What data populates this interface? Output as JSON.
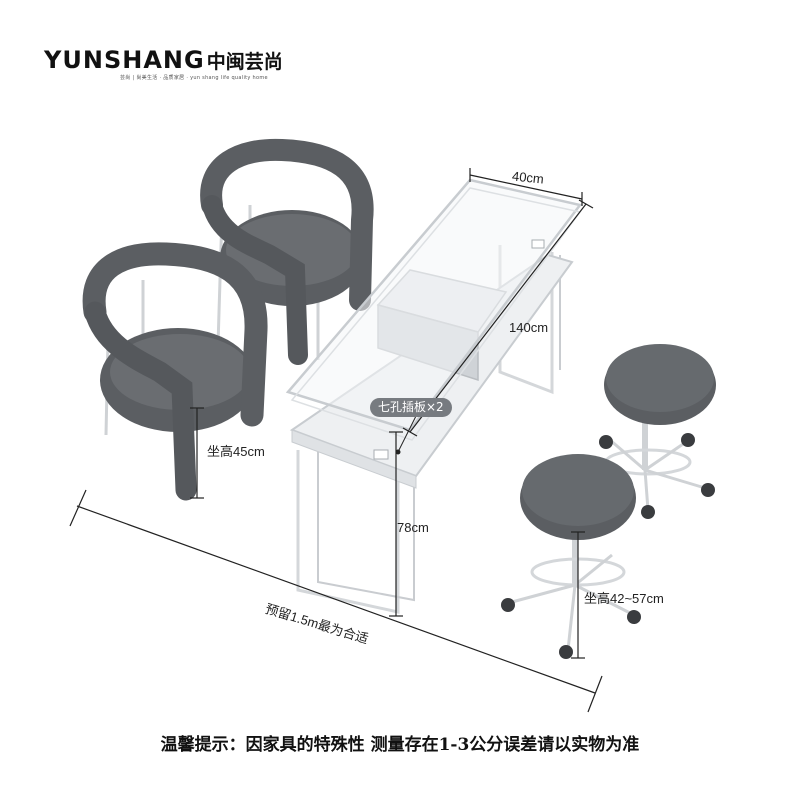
{
  "brand": {
    "name_latin": "YUNSHANG",
    "name_cn": "中闽芸尚",
    "slogan": "芸尚 | 尚美生活 · 品质家居 · yun shang life quality home"
  },
  "dimensions": {
    "table_width": "40cm",
    "table_length": "140cm",
    "chair_seat_height": "坐高45cm",
    "table_height": "78cm",
    "stool_seat_height": "坐高42~57cm",
    "reserved_space": "预留1.5m最为合适"
  },
  "callout": {
    "power_strip": "七孔插板×2"
  },
  "footer": {
    "notice": "温馨提示：因家具的特殊性 测量存在1-3公分误差请以实物为准"
  },
  "colors": {
    "upholstery": "#5b5e62",
    "frame": "#d4d7da",
    "glass_edge": "#c8ccd0",
    "callout_bg": "#777b80"
  }
}
